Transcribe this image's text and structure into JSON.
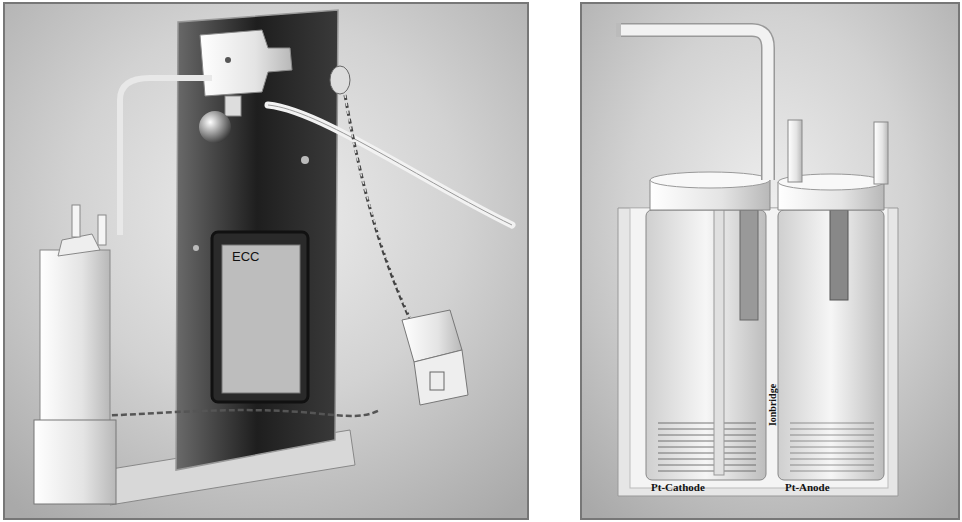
{
  "diagram": {
    "labels": [
      "ECC",
      "Ionbridge",
      "Pt-Cathode",
      "Pt-Anode"
    ]
  }
}
